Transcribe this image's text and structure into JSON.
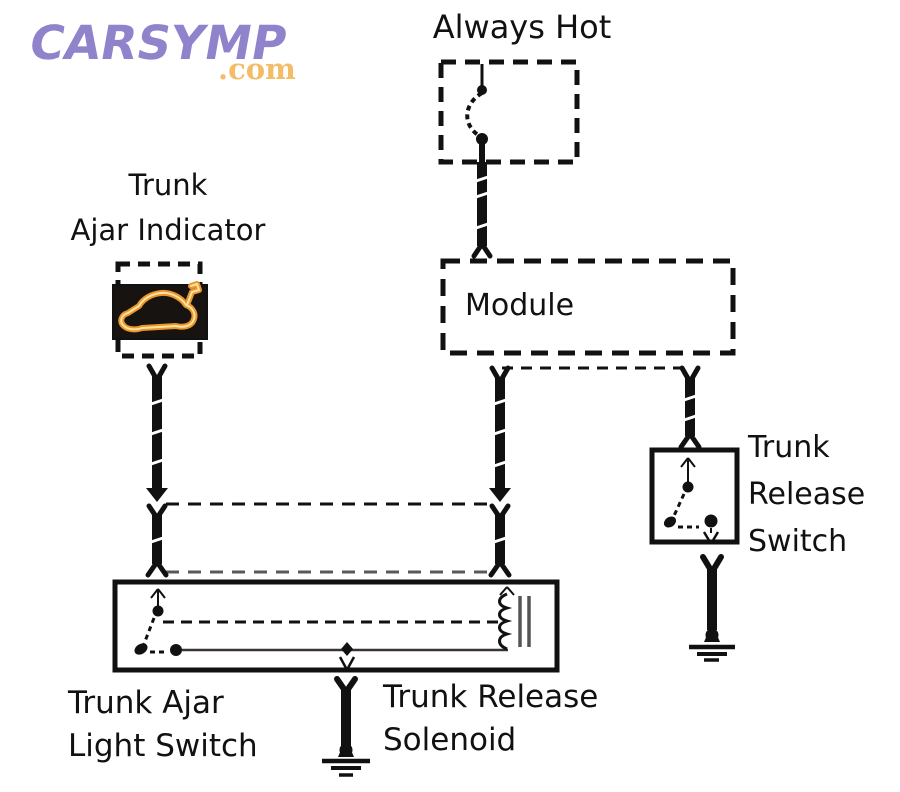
{
  "logo": {
    "brand": "CARSYMP",
    "tld": ".com"
  },
  "colors": {
    "ink": "#111111",
    "brand-purple": "#9083cb",
    "brand-orange": "#f4bc66",
    "indicator-amber": "#e8962e",
    "indicator-amber-core": "#ffe2a0",
    "indicator-bg": "#171310",
    "dash-gray": "#595959",
    "line-brown": "#3b3331",
    "core-gray": "#555555"
  },
  "labels": {
    "always_hot": "Always Hot",
    "trunk_ajar_indicator": {
      "line1": "Trunk",
      "line2": "Ajar Indicator"
    },
    "module": "Module",
    "trunk_release_switch": {
      "line1": "Trunk",
      "line2": "Release",
      "line3": "Switch"
    },
    "trunk_ajar_light_switch": {
      "line1": "Trunk Ajar",
      "line2": "Light Switch"
    },
    "trunk_release_solenoid": {
      "line1": "Trunk Release",
      "line2": "Solenoid"
    }
  },
  "components": {
    "power_source": "Always Hot fused battery feed",
    "module": "Module",
    "indicator": "Trunk Ajar Indicator lamp",
    "switch_left": "Trunk Ajar Light Switch",
    "switch_right": "Trunk Release Switch",
    "solenoid": "Trunk Release Solenoid",
    "grounds": 2
  }
}
